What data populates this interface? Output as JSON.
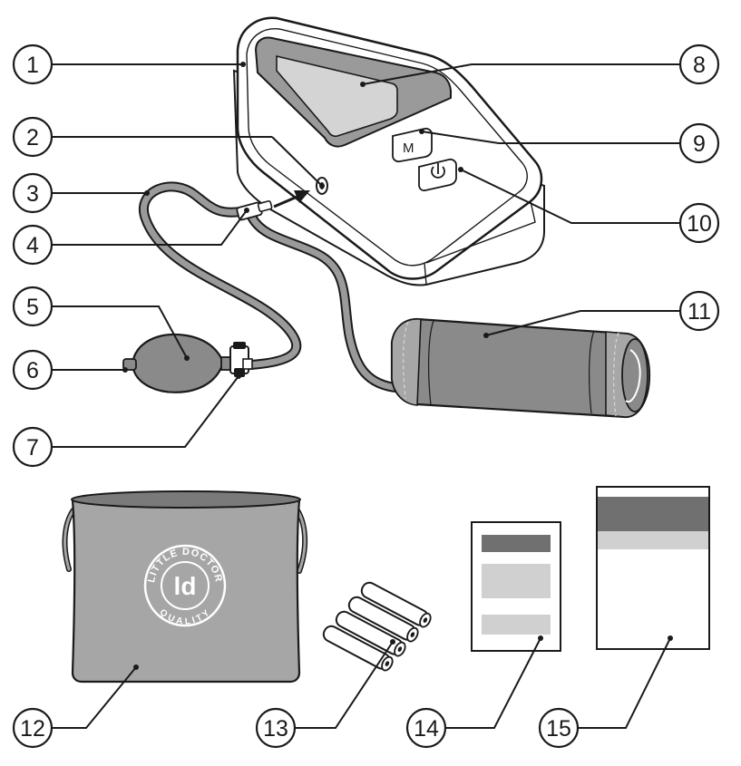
{
  "device": {
    "display_button_label": "M",
    "logo": {
      "top_text": "LITTLE DOCTOR",
      "center_text": "ld",
      "bottom_text": "QUALITY"
    }
  },
  "callouts": [
    {
      "id": "1",
      "label": "1"
    },
    {
      "id": "2",
      "label": "2"
    },
    {
      "id": "3",
      "label": "3"
    },
    {
      "id": "4",
      "label": "4"
    },
    {
      "id": "5",
      "label": "5"
    },
    {
      "id": "6",
      "label": "6"
    },
    {
      "id": "7",
      "label": "7"
    },
    {
      "id": "8",
      "label": "8"
    },
    {
      "id": "9",
      "label": "9"
    },
    {
      "id": "10",
      "label": "10"
    },
    {
      "id": "11",
      "label": "11"
    },
    {
      "id": "12",
      "label": "12"
    },
    {
      "id": "13",
      "label": "13"
    },
    {
      "id": "14",
      "label": "14"
    },
    {
      "id": "15",
      "label": "15"
    }
  ],
  "colors": {
    "outline": "#1a1a1a",
    "cuff": "#8a8a8a",
    "cuff_band": "#a7a7a7",
    "bulb": "#8a8a8a",
    "tube": "#9a9a9a",
    "bag": "#a6a6a6",
    "sheet_dark": "#707070",
    "sheet_light": "#d0d0d0"
  }
}
